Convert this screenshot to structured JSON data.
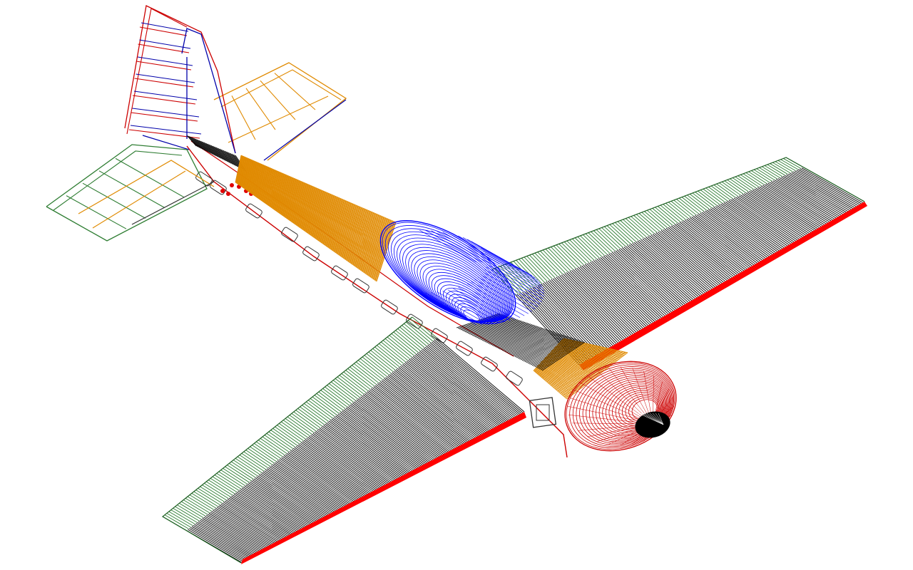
{
  "diagram": {
    "subject": "wireframe-airplane-model",
    "background": "#ffffff",
    "colors": {
      "rib": "#000000",
      "leading_edge": "#2e7d32",
      "trailing_edge": "#ff0000",
      "fuselage_sheet": "#e08a00",
      "canopy": "#0000ff",
      "cowl": "#cc0000",
      "spinner": "#000000",
      "fin": "#cc0000",
      "rudder_post": "#0000aa",
      "stab": "#e08a00",
      "elevator": "#2e7d32",
      "frame": "#cc0000"
    },
    "parts": [
      "left-wing",
      "right-wing",
      "fuselage",
      "canopy",
      "cowl",
      "spinner",
      "vertical-fin",
      "rudder",
      "horizontal-stabilizer",
      "elevator"
    ]
  }
}
